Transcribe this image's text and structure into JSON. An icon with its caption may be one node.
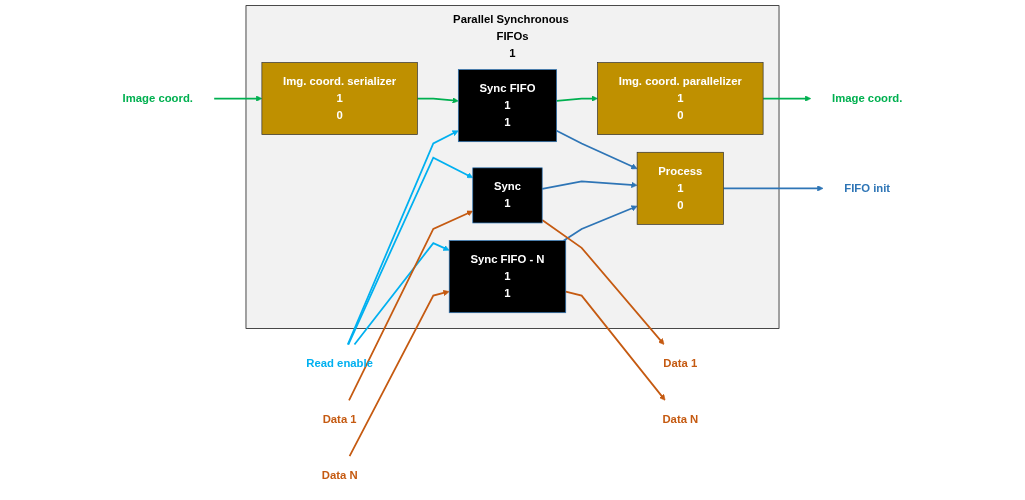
{
  "diagram": {
    "nodes": [
      {
        "text": [
          "Parallel Synchronous FIFOs",
          "1"
        ]
      },
      {
        "text": [
          "Image coord."
        ]
      },
      {
        "text": [
          "Read enable"
        ]
      },
      {
        "text": [
          "Data 1"
        ]
      },
      {
        "text": [
          "Data N"
        ]
      },
      {
        "text": [
          "Img. coord. serializer",
          "1",
          "0"
        ],
        "in": 0
      },
      {
        "text": [
          "Sync FIFO",
          "1",
          "1"
        ],
        "in": 0
      },
      {
        "text": [
          "Sync",
          "1"
        ],
        "in": 0
      },
      {
        "text": [
          "Sync FIFO - N",
          "1",
          "1"
        ],
        "in": 0
      },
      {
        "text": [
          "Img. coord. parallelizer",
          "1",
          "0"
        ],
        "in": 0
      },
      {
        "text": [
          "Process",
          "1",
          "0"
        ],
        "in": 0
      },
      {
        "text": [
          "Image coord."
        ]
      },
      {
        "text": [
          "FIFO init"
        ]
      },
      {
        "text": [
          "Data 1"
        ]
      },
      {
        "text": [
          "Data N"
        ]
      }
    ],
    "edges": [
      {
        "from": 1,
        "to": 5,
        "arrow": "to",
        "color": "#00b050"
      },
      {
        "from": 5,
        "to": 6,
        "arrow": "to",
        "color": "#00b050"
      },
      {
        "from": 6,
        "to": 9,
        "arrow": "to",
        "color": "#00b050"
      },
      {
        "from": 9,
        "to": 11,
        "arrow": "to",
        "color": "#00b050"
      },
      {
        "from": 2,
        "to": 6,
        "arrow": "to",
        "color": "#00b0f0"
      },
      {
        "from": 2,
        "to": 7,
        "arrow": "to",
        "color": "#00b0f0"
      },
      {
        "from": 2,
        "to": 8,
        "arrow": "to",
        "color": "#00b0f0"
      },
      {
        "from": 3,
        "to": 7,
        "arrow": "to",
        "color": "#c55a11"
      },
      {
        "from": 4,
        "to": 8,
        "arrow": "to",
        "color": "#c55a11"
      },
      {
        "from": 6,
        "to": 10,
        "arrow": "to",
        "color": "#2e75b6"
      },
      {
        "from": 7,
        "to": 10,
        "arrow": "to",
        "color": "#2e75b6"
      },
      {
        "from": 8,
        "to": 10,
        "arrow": "to",
        "color": "#2e75b6"
      },
      {
        "from": 10,
        "to": 12,
        "arrow": "to",
        "color": "#2e75b6"
      },
      {
        "from": 7,
        "to": 13,
        "arrow": "to",
        "color": "#c55a11"
      },
      {
        "from": 8,
        "to": 14,
        "arrow": "to",
        "color": "#c55a11"
      }
    ]
  }
}
